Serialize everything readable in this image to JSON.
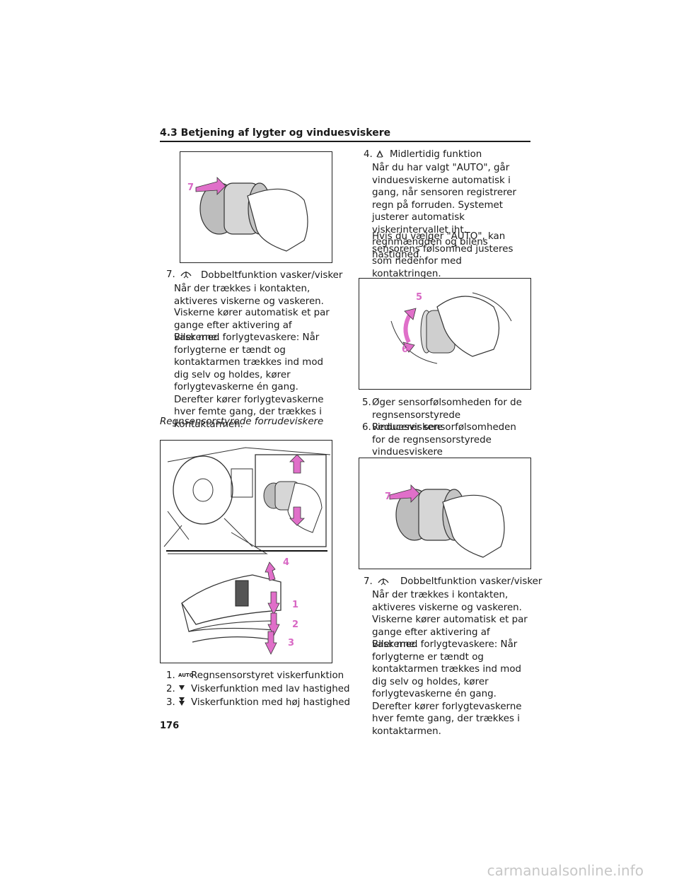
{
  "header": {
    "title": "4.3 Betjening af lygter og vinduesviskere",
    "page_number": "176"
  },
  "left": {
    "fig_top_label": "7",
    "item7": {
      "num": "7.",
      "icon": "washer-wiper-icon",
      "title": "Dobbeltfunktion vasker/visker",
      "paras": [
        "Når der trækkes i kontakten, aktiveres viskerne og vaskeren.",
        "Viskerne kører automatisk et par gange efter aktivering af vaskerne.",
        "Biler med forlygtevaskere: Når forlygterne er tændt og kontaktarmen trækkes ind mod dig selv og holdes, kører forlygtevaskerne én gang. Derefter kører forlygtevaskerne hver femte gang, der trækkes i kontaktarmen."
      ]
    },
    "section_heading": "Regnsensorstyrede forrudeviskere",
    "fig_labels": [
      "4",
      "1",
      "2",
      "3"
    ],
    "list": [
      {
        "num": "1.",
        "icon": "AUTO",
        "text": "Regnsensorstyret viskerfunktion"
      },
      {
        "num": "2.",
        "icon": "single-down-arrow-icon",
        "text": "Viskerfunktion med lav hastighed"
      },
      {
        "num": "3.",
        "icon": "double-down-arrow-icon",
        "text": "Viskerfunktion med høj hastighed"
      }
    ]
  },
  "right": {
    "item4": {
      "num": "4.",
      "icon": "mist-up-arrow-icon",
      "title": "Midlertidig funktion",
      "paras": [
        "Når du har valgt \"AUTO\", går vinduesviskerne automatisk i gang, når sensoren registrerer regn på forruden. Systemet justerer automatisk viskerintervallet iht. regnmængden og bilens hastighed.",
        "Hvis du vælger \"AUTO\", kan sensorens følsomhed justeres som nedenfor med kontaktringen."
      ]
    },
    "fig_ring_labels": [
      "5",
      "6"
    ],
    "list56": [
      {
        "num": "5.",
        "text": "Øger sensorfølsomheden for de regnsensorstyrede vinduesviskere"
      },
      {
        "num": "6.",
        "text": "Reducerer sensorfølsomheden for de regnsensorstyrede vinduesviskere"
      }
    ],
    "fig_bottom_label": "7",
    "item7": {
      "num": "7.",
      "icon": "washer-wiper-icon",
      "title": "Dobbeltfunktion vasker/visker",
      "paras": [
        "Når der trækkes i kontakten, aktiveres viskerne og vaskeren.",
        "Viskerne kører automatisk et par gange efter aktivering af vaskerne.",
        "Biler med forlygtevaskere: Når forlygterne er tændt og kontaktarmen trækkes ind mod dig selv og holdes, kører forlygtevaskerne én gang. Derefter kører forlygtevaskerne hver femte gang, der trækkes i kontaktarmen."
      ]
    }
  },
  "watermark": "carmanualsonline.info",
  "colors": {
    "accent": "#e06fc9",
    "text": "#1a1a1a"
  }
}
